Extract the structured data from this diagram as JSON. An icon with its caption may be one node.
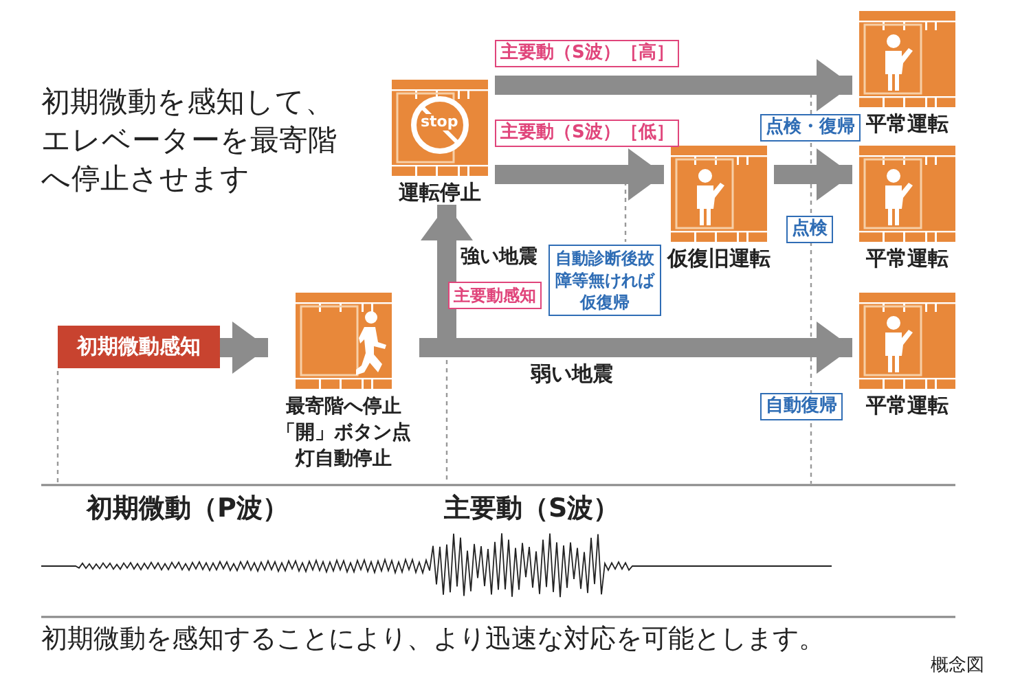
{
  "diagram": {
    "title": "初期微動を感知して、エレベーターを最寄階へ停止させます",
    "caption": "初期微動を感知することにより、より迅速な対応を可能とします。",
    "nodes": [
      {
        "text": [
          "初期微動感知"
        ]
      },
      {
        "text": [
          "最寄階へ停止「開」ボタン点灯自動停止"
        ]
      },
      {
        "text": [
          "運転停止"
        ]
      },
      {
        "text": [
          "仮復旧運転"
        ]
      },
      {
        "text": [
          "平常運転"
        ]
      },
      {
        "text": [
          "平常運転"
        ]
      },
      {
        "text": [
          "平常運転"
        ]
      }
    ],
    "edges": [
      {
        "from": 0,
        "to": 1,
        "arrow": "to"
      },
      {
        "from": 1,
        "to": 2,
        "arrow": "to",
        "label": "強い地震"
      },
      {
        "from": 2,
        "to": 4,
        "arrow": "to",
        "label": "主要動（S波）［高］"
      },
      {
        "from": 2,
        "to": 3,
        "arrow": "to",
        "label": "主要動（S波）［低］"
      },
      {
        "from": 3,
        "to": 5,
        "arrow": "to"
      },
      {
        "from": 1,
        "to": 6,
        "arrow": "to",
        "label": "弱い地震"
      }
    ],
    "labels": [
      "stop",
      "主要動感知",
      "自動診断後故障等無ければ仮復帰",
      "点検・復帰",
      "点検",
      "自動復帰",
      "初期微動（P波）",
      "主要動（S波）",
      "概念図"
    ]
  }
}
